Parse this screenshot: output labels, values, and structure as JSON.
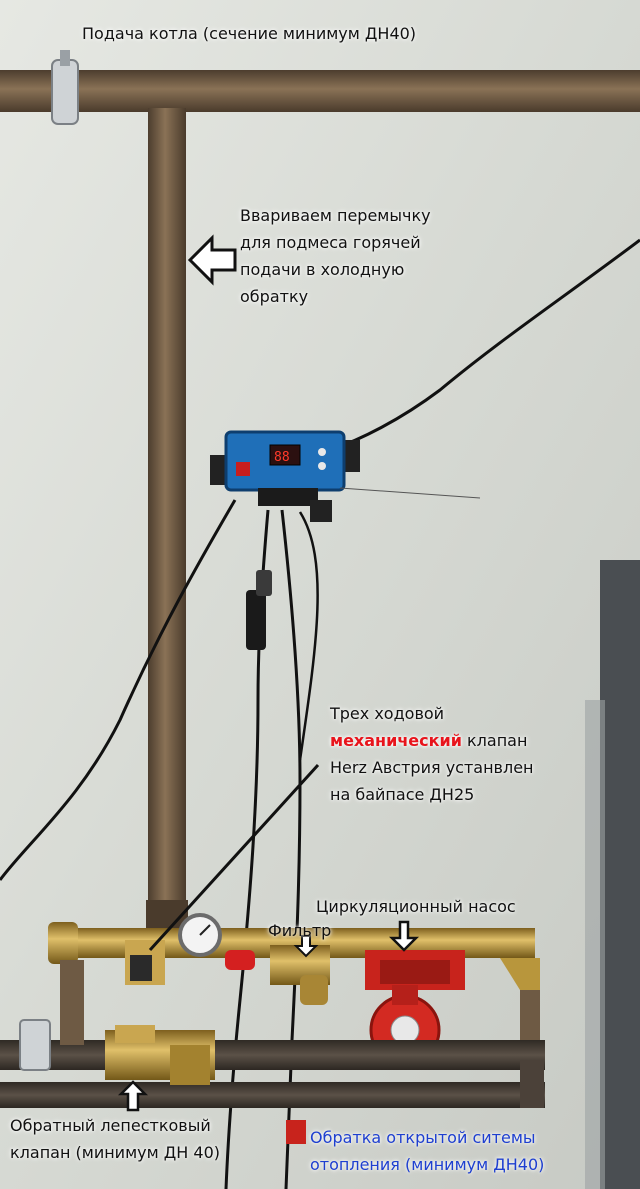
{
  "labels": {
    "supply": "Подача котла (сечение минимум ДН40)",
    "jumper": [
      "Ввариваем перемычку",
      "для подмеса горячей",
      "подачи в холодную",
      "обратку"
    ],
    "valve_line1": "Трех ходовой",
    "valve_line2_red": "механический",
    "valve_line2_rest": " клапан",
    "valve_line3": "Herz Австрия устанвлен",
    "valve_line4": "на байпасе ДН25",
    "pump": "Циркуляционный насос",
    "filter": "Фильтр",
    "check_valve": [
      "Обратный лепестковый",
      "клапан (минимум ДН 40)"
    ],
    "return": [
      "Обратка открытой ситемы",
      "отопления (минимум ДН40)"
    ]
  },
  "colors": {
    "wall": "#d9dcd6",
    "pipe": "#6e5a44",
    "brass": "#b8963c",
    "pump_red": "#c8231c",
    "controller_blue": "#1f6fb8",
    "highlight_red": "#e8141c",
    "return_blue": "#1e3fd0"
  },
  "icons": [
    "outline-arrow-left-icon",
    "outline-arrow-down-icon",
    "outline-arrow-up-icon"
  ]
}
